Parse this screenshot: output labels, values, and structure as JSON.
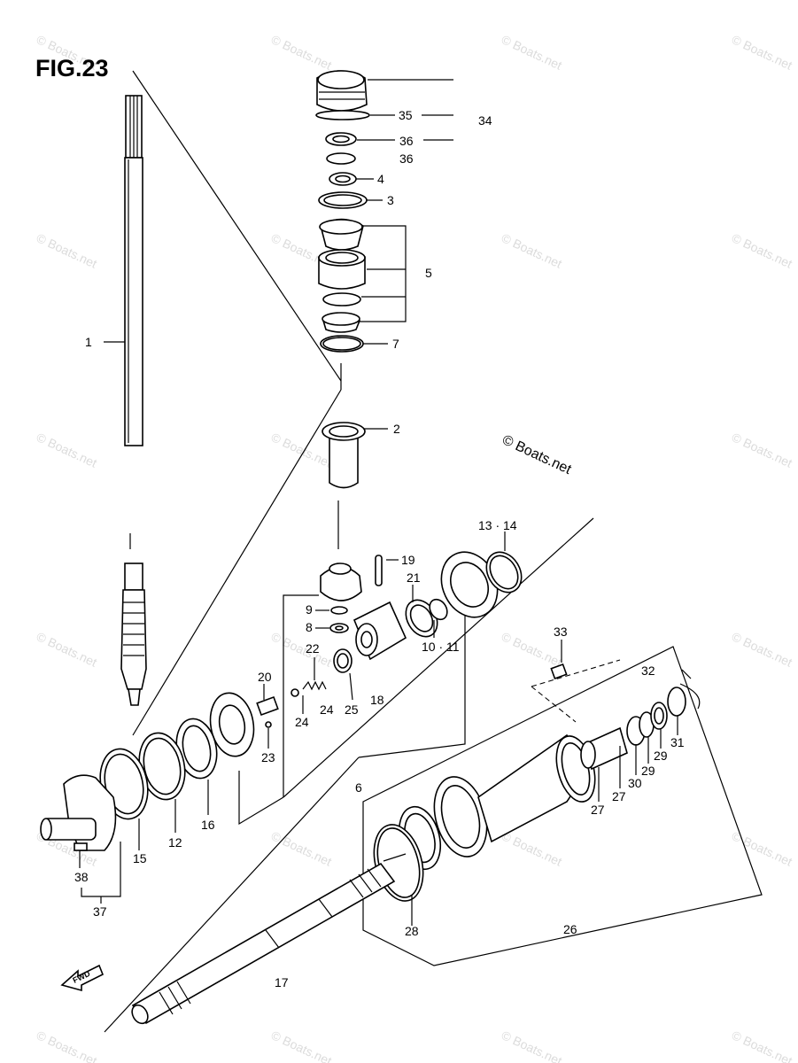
{
  "figure": {
    "title": "FIG.23"
  },
  "copyright": "© Boats.net",
  "watermark": "© Boats.net",
  "fwd_label": "FWD",
  "callouts": [
    {
      "id": "c1",
      "text": "1"
    },
    {
      "id": "c2",
      "text": "2"
    },
    {
      "id": "c3",
      "text": "3"
    },
    {
      "id": "c4",
      "text": "4"
    },
    {
      "id": "c5",
      "text": "5"
    },
    {
      "id": "c6",
      "text": "6"
    },
    {
      "id": "c7",
      "text": "7"
    },
    {
      "id": "c8",
      "text": "8"
    },
    {
      "id": "c9",
      "text": "9"
    },
    {
      "id": "c10_11",
      "text": "10 · 11"
    },
    {
      "id": "c12",
      "text": "12"
    },
    {
      "id": "c13_14",
      "text": "13 · 14"
    },
    {
      "id": "c15",
      "text": "15"
    },
    {
      "id": "c16",
      "text": "16"
    },
    {
      "id": "c17",
      "text": "17"
    },
    {
      "id": "c18",
      "text": "18"
    },
    {
      "id": "c19",
      "text": "19"
    },
    {
      "id": "c20",
      "text": "20"
    },
    {
      "id": "c21",
      "text": "21"
    },
    {
      "id": "c22",
      "text": "22"
    },
    {
      "id": "c23",
      "text": "23"
    },
    {
      "id": "c24a",
      "text": "24"
    },
    {
      "id": "c24b",
      "text": "24"
    },
    {
      "id": "c25",
      "text": "25"
    },
    {
      "id": "c26",
      "text": "26"
    },
    {
      "id": "c27a",
      "text": "27"
    },
    {
      "id": "c27b",
      "text": "27"
    },
    {
      "id": "c28",
      "text": "28"
    },
    {
      "id": "c29a",
      "text": "29"
    },
    {
      "id": "c29b",
      "text": "29"
    },
    {
      "id": "c30",
      "text": "30"
    },
    {
      "id": "c31",
      "text": "31"
    },
    {
      "id": "c32",
      "text": "32"
    },
    {
      "id": "c33",
      "text": "33"
    },
    {
      "id": "c34",
      "text": "34"
    },
    {
      "id": "c35",
      "text": "35"
    },
    {
      "id": "c36a",
      "text": "36"
    },
    {
      "id": "c36b",
      "text": "36"
    },
    {
      "id": "c37",
      "text": "37"
    },
    {
      "id": "c38",
      "text": "38"
    }
  ]
}
